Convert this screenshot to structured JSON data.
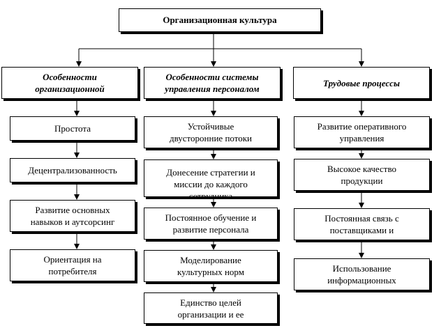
{
  "root": {
    "label": "Организационная культура"
  },
  "columns": [
    {
      "header": "Особенности\nорганизационной",
      "items": [
        "Простота",
        "Децентрализованность",
        "Развитие основных\nнавыков и аутсорсинг",
        "Ориентация на\nпотребителя"
      ]
    },
    {
      "header": "Особенности системы\nуправления персоналом",
      "items": [
        "Устойчивые\nдвусторонние потоки",
        "Донесение стратегии и\nмиссии до каждого\nсотрудника",
        "Постоянное обучение и\nразвитие персонала",
        "Моделирование\nкультурных норм",
        "Единство целей\nорганизации и ее"
      ]
    },
    {
      "header": "Трудовые процессы",
      "items": [
        "Развитие оперативного\nуправления",
        "Высокое качество\nпродукции",
        "Постоянная связь с\nпоставщиками и",
        "Использование\nинформационных"
      ]
    }
  ],
  "colors": {
    "line": "#000000",
    "box_fill": "#ffffff",
    "text": "#000000"
  }
}
